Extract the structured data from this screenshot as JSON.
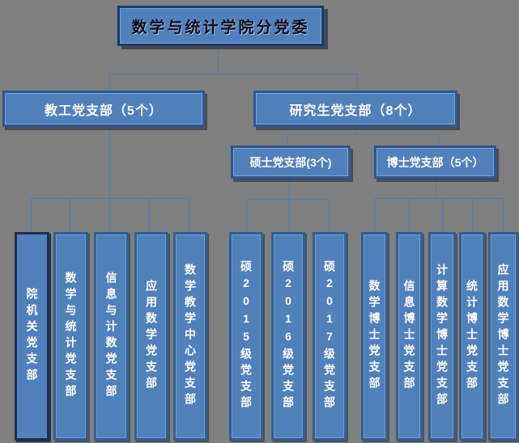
{
  "diagram": {
    "root": {
      "label": "数学与统计学院分党委"
    },
    "level2": {
      "faculty": {
        "label": "教工党支部（5个）"
      },
      "graduate": {
        "label": "研究生党支部（8个）"
      }
    },
    "level3": {
      "masters": {
        "label": "硕士党支部(3个)"
      },
      "doctoral": {
        "label": "博士党支部（5个）"
      }
    },
    "columns": {
      "faculty": [
        "院机关党支部",
        "数学与统计党支部",
        "信息与计数党支部",
        "应用数学党支部",
        "数学教学中心党支部"
      ],
      "masters": [
        "硕2015级党支部",
        "硕2016级党支部",
        "硕2017级党支部"
      ],
      "doctoral": [
        "数学博士党支部",
        "信息博士党支部",
        "计算数学博士党支部",
        "统计博士党支部",
        "应用数学博士党支部"
      ]
    },
    "colors": {
      "background": "#808080",
      "node_fill": "#4f81bd",
      "node_border": "#2f588e",
      "root_border": "#1e3a66",
      "highlight_column_border": "#1a2f52",
      "connector": "#4a7ebb",
      "node_text": "#ffffff",
      "root_text": "#0c0c16"
    }
  }
}
